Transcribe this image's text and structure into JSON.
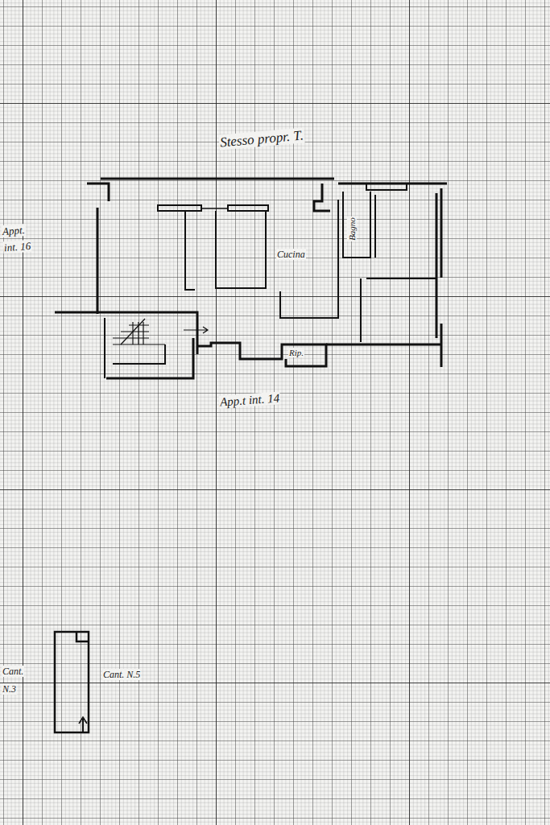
{
  "diagram": {
    "labels": [
      "Stesso propr. T.",
      "Appt.",
      "int. 16",
      "Cucina",
      "Bagno",
      "Rip.",
      "App.t int. 14",
      "Cant.",
      "N.3",
      "Cant. N.5"
    ]
  }
}
